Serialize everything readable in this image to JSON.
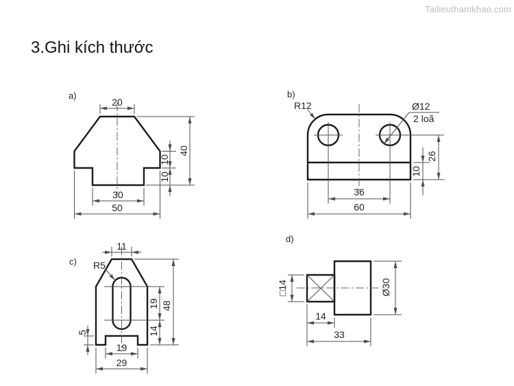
{
  "watermark": "Tailieuthamkhao.com",
  "title": "3.Ghi kích thước",
  "figures": {
    "a": {
      "label": "a)",
      "dims": {
        "top_width": "20",
        "total_height": "40",
        "right_upper": "10",
        "right_lower": "10",
        "inner_width": "30",
        "outer_width": "50"
      }
    },
    "b": {
      "label": "b)",
      "corner_radius": "R12",
      "hole_dia": "Ø12",
      "hole_note": "2 loã",
      "dims": {
        "hole_spacing": "36",
        "width": "60",
        "center_height": "26",
        "strip_height": "10"
      }
    },
    "c": {
      "label": "c)",
      "slot_radius": "R5",
      "dims": {
        "top_width": "11",
        "slot_length": "19",
        "total_height": "48",
        "lower_height": "14",
        "notch_height": "5",
        "notch_width": "19",
        "width": "29"
      }
    },
    "d": {
      "label": "d)",
      "dims": {
        "square": "□14",
        "square_length": "14",
        "total_length": "33",
        "cylinder_dia": "Ø30"
      }
    }
  }
}
